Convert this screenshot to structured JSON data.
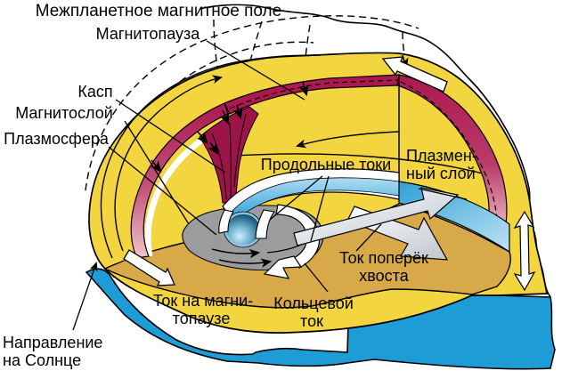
{
  "figure": {
    "type": "magnetosphere-cutaway-diagram",
    "language": "ru",
    "labels": {
      "title": "Межпланетное магнитное поле",
      "magnetopause": "Магнитопауза",
      "cusp": "Касп",
      "magnetosheath": "Магнитослой",
      "plasmasphere": "Плазмосфера",
      "field_aligned_currents": "Продольные токи",
      "plasma_sheet_line1": "Плазмен-",
      "plasma_sheet_line2": "ный слой",
      "cross_tail_current_line1": "Ток поперёк",
      "cross_tail_current_line2": "хвоста",
      "magnetopause_current_line1": "Ток на магни-",
      "magnetopause_current_line2": "топаузе",
      "ring_current_line1": "Кольцевой",
      "ring_current_line2": "ток",
      "sun_direction_line1": "Направление",
      "sun_direction_line2": "на Солнце"
    },
    "colors": {
      "body_yellow": "#F3D53F",
      "plane_ochre": "#D8A948",
      "current_crimson": "#AC1950",
      "current_pink": "#EFC0C6",
      "plasma_sheet_blue": "#2FA0D8",
      "bottom_blue": "#1E9CD6",
      "plasma_gray": "#9A9C9E",
      "earth_dark": "#0E3B58",
      "outline_black": "#000000",
      "arrow_white": "#FFFFFF"
    }
  }
}
